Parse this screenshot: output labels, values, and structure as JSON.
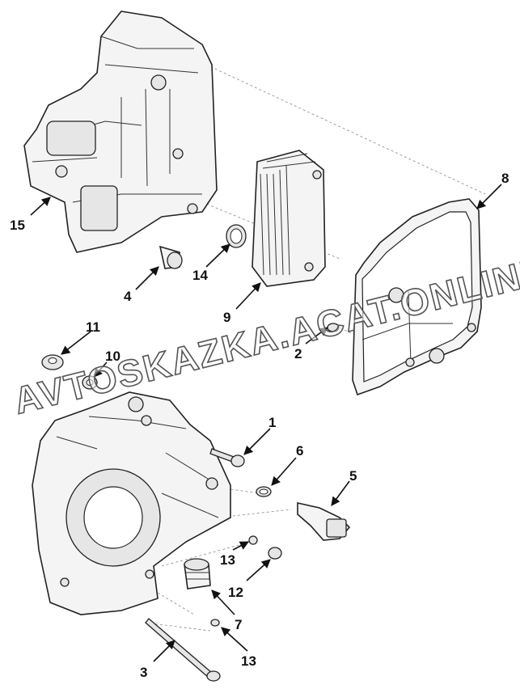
{
  "watermark": "AVTOSKAZKA.ACAT.ONLINE",
  "callouts": [
    "1",
    "2",
    "3",
    "4",
    "5",
    "6",
    "7",
    "8",
    "9",
    "10",
    "11",
    "12",
    "13",
    "13",
    "14",
    "15"
  ]
}
